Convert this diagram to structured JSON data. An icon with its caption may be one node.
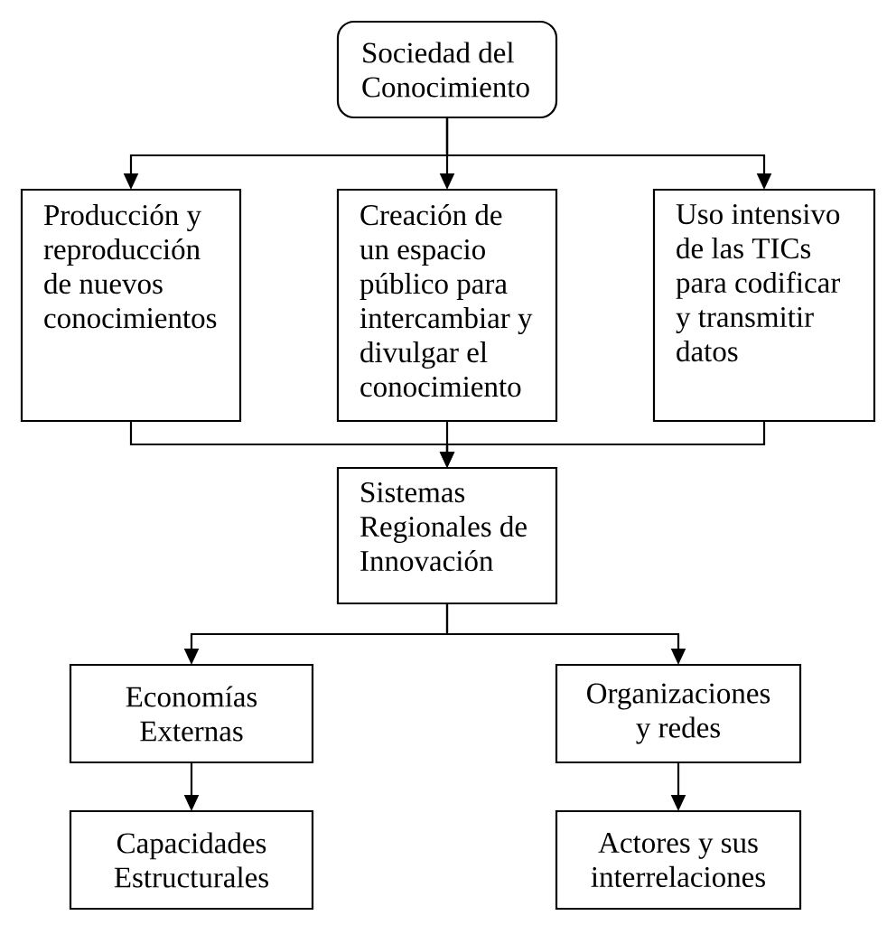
{
  "diagram": {
    "nodes": [
      {
        "text": [
          "Sociedad del Conocimiento"
        ]
      },
      {
        "text": [
          "Producción y reproducción de nuevos conocimientos"
        ]
      },
      {
        "text": [
          "Creación de un espacio público para intercambiar y divulgar el conocimiento"
        ]
      },
      {
        "text": [
          "Uso intensivo de las TICs para codificar y transmitir datos"
        ]
      },
      {
        "text": [
          "Sistemas Regionales de Innovación"
        ]
      },
      {
        "text": [
          "Economías Externas"
        ]
      },
      {
        "text": [
          "Organizaciones y redes"
        ]
      },
      {
        "text": [
          "Capacidades Estructurales"
        ]
      },
      {
        "text": [
          "Actores y sus interrelaciones"
        ]
      }
    ],
    "edges": [
      {
        "from": 0,
        "to": 1,
        "arrow": "to"
      },
      {
        "from": 0,
        "to": 2,
        "arrow": "to"
      },
      {
        "from": 0,
        "to": 3,
        "arrow": "to"
      },
      {
        "from": 1,
        "to": 4,
        "arrow": "to"
      },
      {
        "from": 2,
        "to": 4,
        "arrow": "to"
      },
      {
        "from": 3,
        "to": 4,
        "arrow": "to"
      },
      {
        "from": 4,
        "to": 5,
        "arrow": "to"
      },
      {
        "from": 4,
        "to": 6,
        "arrow": "to"
      },
      {
        "from": 5,
        "to": 7,
        "arrow": "to"
      },
      {
        "from": 6,
        "to": 8,
        "arrow": "to"
      }
    ]
  }
}
